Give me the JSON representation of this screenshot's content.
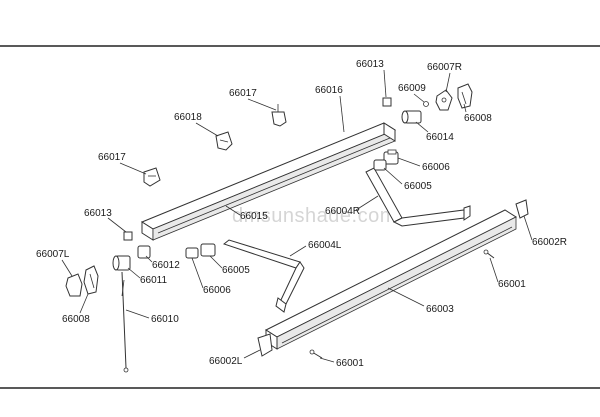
{
  "diagram": {
    "watermark": "dmsunshade.com",
    "parts": [
      {
        "id": "66013a",
        "label": "66013"
      },
      {
        "id": "66009",
        "label": "66009"
      },
      {
        "id": "66007R",
        "label": "66007R"
      },
      {
        "id": "66016",
        "label": "66016"
      },
      {
        "id": "66017a",
        "label": "66017"
      },
      {
        "id": "66018",
        "label": "66018"
      },
      {
        "id": "66014",
        "label": "66014"
      },
      {
        "id": "66008a",
        "label": "66008"
      },
      {
        "id": "66017b",
        "label": "66017"
      },
      {
        "id": "66006a",
        "label": "66006"
      },
      {
        "id": "66005a",
        "label": "66005"
      },
      {
        "id": "66013b",
        "label": "66013"
      },
      {
        "id": "66015",
        "label": "66015"
      },
      {
        "id": "66004R",
        "label": "66004R"
      },
      {
        "id": "66002R",
        "label": "66002R"
      },
      {
        "id": "66004L",
        "label": "66004L"
      },
      {
        "id": "66007L",
        "label": "66007L"
      },
      {
        "id": "66012",
        "label": "66012"
      },
      {
        "id": "66005b",
        "label": "66005"
      },
      {
        "id": "66011",
        "label": "66011"
      },
      {
        "id": "66006b",
        "label": "66006"
      },
      {
        "id": "66001a",
        "label": "66001"
      },
      {
        "id": "66008b",
        "label": "66008"
      },
      {
        "id": "66010",
        "label": "66010"
      },
      {
        "id": "66003",
        "label": "66003"
      },
      {
        "id": "66002L",
        "label": "66002L"
      },
      {
        "id": "66001b",
        "label": "66001"
      }
    ]
  }
}
